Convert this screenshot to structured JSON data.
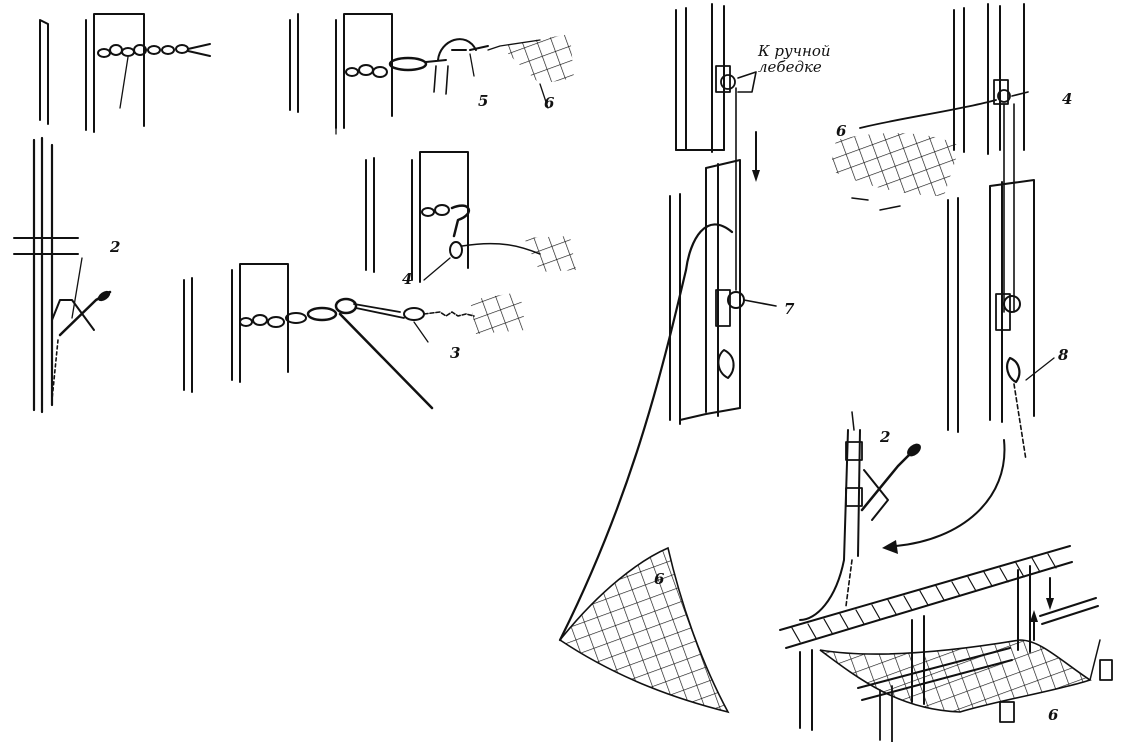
{
  "labels": {
    "l2a": "2",
    "l2b": "2",
    "l3": "3",
    "l4a": "4",
    "l4b": "4",
    "l5": "5",
    "l6a": "6",
    "l6b": "6",
    "l6c": "6",
    "l6d": "6",
    "l7": "7",
    "l8": "8"
  },
  "note": {
    "line1": "К ручной",
    "line2": "лебедке"
  },
  "colors": {
    "ink": "#111111",
    "paper": "#ffffff"
  }
}
